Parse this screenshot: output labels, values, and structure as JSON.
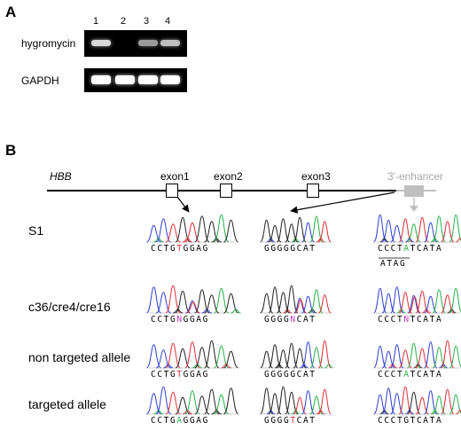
{
  "panel_a": {
    "letter": "A",
    "lanes": [
      "1",
      "2",
      "3",
      "4"
    ],
    "rows": [
      {
        "label": "hygromycin",
        "band_intensity": [
          0.85,
          0.0,
          0.6,
          0.75
        ]
      },
      {
        "label": "GAPDH",
        "band_intensity": [
          1.0,
          1.0,
          1.0,
          1.0
        ]
      }
    ]
  },
  "panel_b": {
    "letter": "B",
    "gene": "HBB",
    "exons": [
      "exon1",
      "exon2",
      "exon3"
    ],
    "enhancer": "3'-enhancer",
    "rows": [
      {
        "label": "S1",
        "seqs": [
          [
            [
              "C",
              "#000"
            ],
            [
              "C",
              "#000"
            ],
            [
              "T",
              "#000"
            ],
            [
              "G",
              "#000"
            ],
            [
              "T",
              "#e0303a"
            ],
            [
              "G",
              "#000"
            ],
            [
              "G",
              "#000"
            ],
            [
              "A",
              "#000"
            ],
            [
              "G",
              "#000"
            ]
          ],
          [
            [
              "G",
              "#000"
            ],
            [
              "G",
              "#000"
            ],
            [
              "G",
              "#000"
            ],
            [
              "G",
              "#000"
            ],
            [
              "G",
              "#000"
            ],
            [
              "C",
              "#000"
            ],
            [
              "A",
              "#000"
            ],
            [
              "T",
              "#000"
            ]
          ],
          [
            [
              "C",
              "#000"
            ],
            [
              "C",
              "#000"
            ],
            [
              "C",
              "#000"
            ],
            [
              "T",
              "#000"
            ],
            [
              "A",
              "#2ab04a"
            ],
            [
              "T",
              "#000"
            ],
            [
              "C",
              "#000"
            ],
            [
              "A",
              "#000"
            ],
            [
              "T",
              "#000"
            ],
            [
              "A",
              "#000"
            ]
          ]
        ],
        "extra": "ATAG"
      },
      {
        "label": "c36/cre4/cre16",
        "seqs": [
          [
            [
              "C",
              "#000"
            ],
            [
              "C",
              "#000"
            ],
            [
              "T",
              "#000"
            ],
            [
              "G",
              "#000"
            ],
            [
              "N",
              "#c03fc0"
            ],
            [
              "G",
              "#000"
            ],
            [
              "G",
              "#000"
            ],
            [
              "A",
              "#000"
            ],
            [
              "G",
              "#000"
            ]
          ],
          [
            [
              "G",
              "#000"
            ],
            [
              "G",
              "#000"
            ],
            [
              "G",
              "#000"
            ],
            [
              "G",
              "#000"
            ],
            [
              "N",
              "#c03fc0"
            ],
            [
              "C",
              "#000"
            ],
            [
              "A",
              "#000"
            ],
            [
              "T",
              "#000"
            ]
          ],
          [
            [
              "C",
              "#000"
            ],
            [
              "C",
              "#000"
            ],
            [
              "C",
              "#000"
            ],
            [
              "T",
              "#000"
            ],
            [
              "N",
              "#c03fc0"
            ],
            [
              "T",
              "#000"
            ],
            [
              "C",
              "#000"
            ],
            [
              "A",
              "#000"
            ],
            [
              "T",
              "#000"
            ],
            [
              "A",
              "#000"
            ]
          ]
        ]
      },
      {
        "label": "non targeted allele",
        "seqs": [
          [
            [
              "C",
              "#000"
            ],
            [
              "C",
              "#000"
            ],
            [
              "T",
              "#000"
            ],
            [
              "G",
              "#000"
            ],
            [
              "T",
              "#e0303a"
            ],
            [
              "G",
              "#000"
            ],
            [
              "G",
              "#000"
            ],
            [
              "A",
              "#000"
            ],
            [
              "G",
              "#000"
            ]
          ],
          [
            [
              "G",
              "#000"
            ],
            [
              "G",
              "#000"
            ],
            [
              "G",
              "#000"
            ],
            [
              "G",
              "#000"
            ],
            [
              "G",
              "#000"
            ],
            [
              "C",
              "#000"
            ],
            [
              "A",
              "#000"
            ],
            [
              "T",
              "#000"
            ]
          ],
          [
            [
              "C",
              "#000"
            ],
            [
              "C",
              "#000"
            ],
            [
              "C",
              "#000"
            ],
            [
              "T",
              "#000"
            ],
            [
              "A",
              "#2ab04a"
            ],
            [
              "T",
              "#000"
            ],
            [
              "C",
              "#000"
            ],
            [
              "A",
              "#000"
            ],
            [
              "T",
              "#000"
            ],
            [
              "A",
              "#000"
            ]
          ]
        ]
      },
      {
        "label": "targeted allele",
        "seqs": [
          [
            [
              "C",
              "#000"
            ],
            [
              "C",
              "#000"
            ],
            [
              "T",
              "#000"
            ],
            [
              "G",
              "#000"
            ],
            [
              "A",
              "#2ab04a"
            ],
            [
              "G",
              "#000"
            ],
            [
              "G",
              "#000"
            ],
            [
              "A",
              "#000"
            ],
            [
              "G",
              "#000"
            ]
          ],
          [
            [
              "G",
              "#000"
            ],
            [
              "G",
              "#000"
            ],
            [
              "G",
              "#000"
            ],
            [
              "G",
              "#000"
            ],
            [
              "T",
              "#e0303a"
            ],
            [
              "C",
              "#000"
            ],
            [
              "A",
              "#000"
            ],
            [
              "T",
              "#000"
            ]
          ],
          [
            [
              "C",
              "#000"
            ],
            [
              "C",
              "#000"
            ],
            [
              "C",
              "#000"
            ],
            [
              "T",
              "#000"
            ],
            [
              "G",
              "#000"
            ],
            [
              "T",
              "#000"
            ],
            [
              "C",
              "#000"
            ],
            [
              "A",
              "#000"
            ],
            [
              "T",
              "#000"
            ],
            [
              "A",
              "#000"
            ]
          ]
        ]
      }
    ]
  },
  "colors": {
    "A": "#2ab04a",
    "C": "#3040d0",
    "G": "#222222",
    "T": "#e0303a",
    "N": "#c03fc0",
    "enhancer": "#bfbfbf"
  }
}
